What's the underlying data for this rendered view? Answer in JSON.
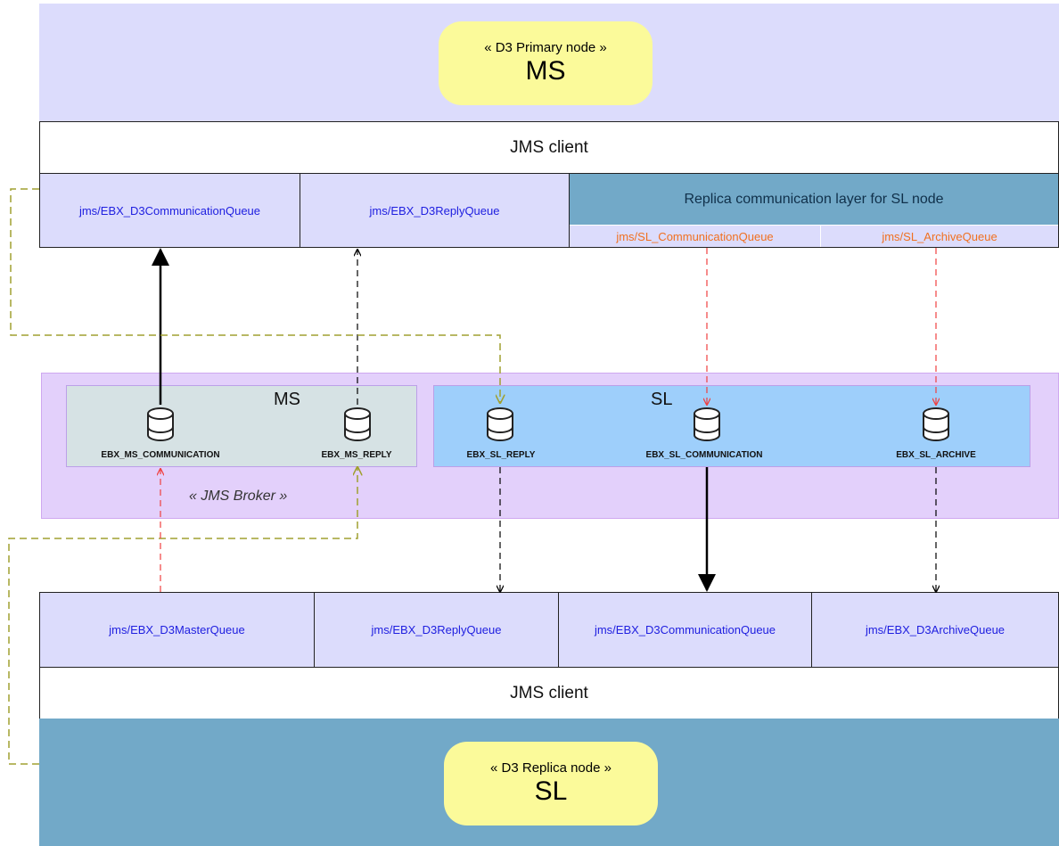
{
  "primary_node": {
    "stereotype": "« D3 Primary node »",
    "name": "MS",
    "fill": "#dcdcfc"
  },
  "replica_node": {
    "stereotype": "« D3 Replica node »",
    "name": "SL",
    "fill": "#72a9c8"
  },
  "top_client": {
    "label": "JMS client",
    "queues": [
      "jms/EBX_D3CommunicationQueue",
      "jms/EBX_D3ReplyQueue"
    ],
    "replica_layer": {
      "title": "Replica communication layer for SL node",
      "queues": [
        "jms/SL_CommunicationQueue",
        "jms/SL_ArchiveQueue"
      ]
    }
  },
  "broker": {
    "caption": "« JMS Broker »",
    "ms_group": {
      "label": "MS",
      "queues": [
        "EBX_MS_COMMUNICATION",
        "EBX_MS_REPLY"
      ]
    },
    "sl_group": {
      "label": "SL",
      "queues": [
        "EBX_SL_REPLY",
        "EBX_SL_COMMUNICATION",
        "EBX_SL_ARCHIVE"
      ]
    }
  },
  "bottom_client": {
    "label": "JMS client",
    "queues": [
      "jms/EBX_D3MasterQueue",
      "jms/EBX_D3ReplyQueue",
      "jms/EBX_D3CommunicationQueue",
      "jms/EBX_D3ArchiveQueue"
    ]
  },
  "colors": {
    "queue_text": "#2020e0",
    "replica_queue_text": "#f07020",
    "arrow_red": "#f04040",
    "arrow_olive": "#a0a030",
    "arrow_black": "#000000",
    "pill_fill": "#fbfa9a"
  }
}
